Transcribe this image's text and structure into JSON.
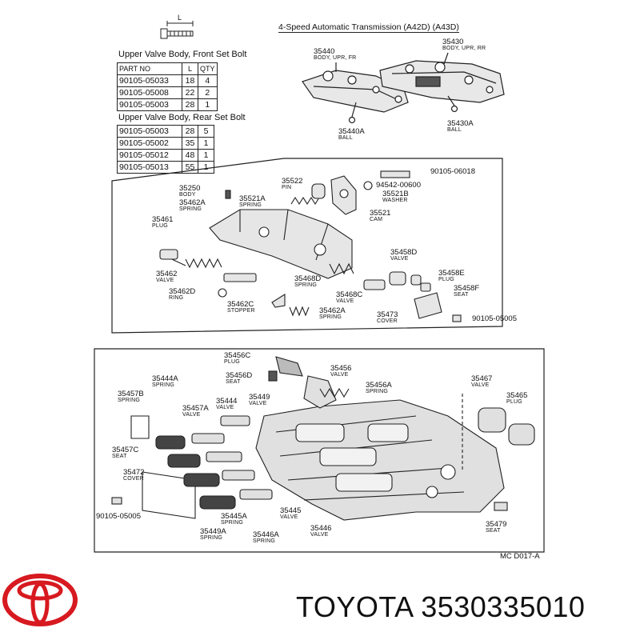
{
  "bolt_icon_label": "L",
  "transmission_title": "4-Speed Automatic Transmission (A42D) (A43D)",
  "front_bolt": {
    "title": "Upper Valve Body, Front Set Bolt",
    "headers": [
      "PART NO",
      "L",
      "QTY"
    ],
    "rows": [
      [
        "90105-05033",
        "18",
        "4"
      ],
      [
        "90105-05008",
        "22",
        "2"
      ],
      [
        "90105-05003",
        "28",
        "1"
      ]
    ]
  },
  "rear_bolt": {
    "title": "Upper Valve Body, Rear Set Bolt",
    "rows": [
      [
        "90105-05003",
        "28",
        "5"
      ],
      [
        "90105-05002",
        "35",
        "1"
      ],
      [
        "90105-05012",
        "48",
        "1"
      ],
      [
        "90105-05013",
        "55",
        "1"
      ]
    ]
  },
  "labels": {
    "l35440": {
      "pn": "35440",
      "nm": "BODY, UPR, FR"
    },
    "l35430": {
      "pn": "35430",
      "nm": "BODY, UPR, RR"
    },
    "l35440a": {
      "pn": "35440A",
      "nm": "BALL"
    },
    "l35430a": {
      "pn": "35430A",
      "nm": "BALL"
    },
    "l35250": {
      "pn": "35250",
      "nm": "BODY"
    },
    "l35462a_top": {
      "pn": "35462A",
      "nm": "SPRING"
    },
    "l35522": {
      "pn": "35522",
      "nm": "PIN"
    },
    "l35521a": {
      "pn": "35521A",
      "nm": "SPRING"
    },
    "l35461": {
      "pn": "35461",
      "nm": "PLUG"
    },
    "l90105_06018": {
      "pn": "90105-06018",
      "nm": ""
    },
    "l94542": {
      "pn": "94542-00600",
      "nm": ""
    },
    "l35521b": {
      "pn": "35521B",
      "nm": "WASHER"
    },
    "l35521": {
      "pn": "35521",
      "nm": "CAM"
    },
    "l35458d": {
      "pn": "35458D",
      "nm": "VALVE"
    },
    "l35458e": {
      "pn": "35458E",
      "nm": "PLUG"
    },
    "l35458f": {
      "pn": "35458F",
      "nm": "SEAT"
    },
    "l35462": {
      "pn": "35462",
      "nm": "VALVE"
    },
    "l35468d": {
      "pn": "35468D",
      "nm": "SPRING"
    },
    "l35462d": {
      "pn": "35462D",
      "nm": "RING"
    },
    "l35468c": {
      "pn": "35468C",
      "nm": "VALVE"
    },
    "l35462c": {
      "pn": "35462C",
      "nm": "STOPPER"
    },
    "l35462a_bot": {
      "pn": "35462A",
      "nm": "SPRING"
    },
    "l35473": {
      "pn": "35473",
      "nm": "COVER"
    },
    "l90105_05005_a": {
      "pn": "90105-05005",
      "nm": ""
    },
    "l35456c": {
      "pn": "35456C",
      "nm": "PLUG"
    },
    "l35456": {
      "pn": "35456",
      "nm": "VALVE"
    },
    "l35456d": {
      "pn": "35456D",
      "nm": "SEAT"
    },
    "l35456a": {
      "pn": "35456A",
      "nm": "SPRING"
    },
    "l35444a": {
      "pn": "35444A",
      "nm": "SPRING"
    },
    "l35457b": {
      "pn": "35457B",
      "nm": "SPRING"
    },
    "l35449": {
      "pn": "35449",
      "nm": "VALVE"
    },
    "l35444": {
      "pn": "35444",
      "nm": "VALVE"
    },
    "l35457a": {
      "pn": "35457A",
      "nm": "VALVE"
    },
    "l35467": {
      "pn": "35467",
      "nm": "VALVE"
    },
    "l35465": {
      "pn": "35465",
      "nm": "PLUG"
    },
    "l35457c": {
      "pn": "35457C",
      "nm": "SEAT"
    },
    "l35472": {
      "pn": "35472",
      "nm": "COVER"
    },
    "l90105_05005_b": {
      "pn": "90105-05005",
      "nm": ""
    },
    "l35445a": {
      "pn": "35445A",
      "nm": "SPRING"
    },
    "l35445": {
      "pn": "35445",
      "nm": "VALVE"
    },
    "l35449a": {
      "pn": "35449A",
      "nm": "SPRING"
    },
    "l35446a": {
      "pn": "35446A",
      "nm": "SPRING"
    },
    "l35446": {
      "pn": "35446",
      "nm": "VALVE"
    },
    "l35479": {
      "pn": "35479",
      "nm": "SEAT"
    }
  },
  "diagram_ref": "MC  D017-A",
  "brand_text": "TOYOTA 3530335010",
  "logo_color": "#d71920"
}
